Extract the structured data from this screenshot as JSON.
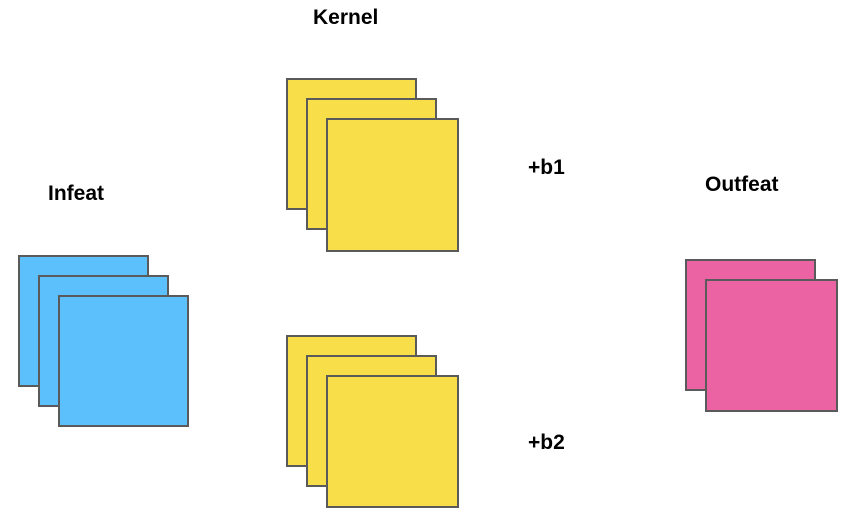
{
  "labels": {
    "infeat": "Infeat",
    "kernel": "Kernel",
    "outfeat": "Outfeat",
    "bias1": "+b1",
    "bias2": "+b2"
  },
  "stacks": {
    "infeat": {
      "layers": 3,
      "color": "#5bc0fb"
    },
    "kernel_1": {
      "layers": 3,
      "color": "#f8de48"
    },
    "kernel_2": {
      "layers": 3,
      "color": "#f8de48"
    },
    "outfeat": {
      "layers": 2,
      "color": "#ec63a4"
    }
  }
}
